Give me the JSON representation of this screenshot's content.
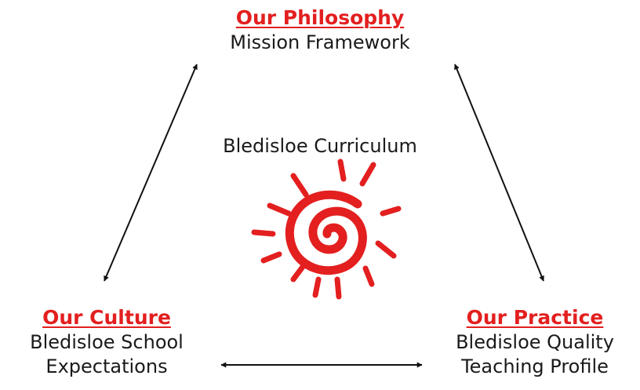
{
  "philosophy": {
    "heading": "Our Philosophy",
    "text": "Mission Framework"
  },
  "culture": {
    "heading": "Our Culture",
    "line1": "Bledisloe School",
    "line2": "Expectations"
  },
  "practice": {
    "heading": "Our Practice",
    "line1": "Bledisloe Quality",
    "line2": "Teaching Profile"
  },
  "center": {
    "title": "Bledisloe Curriculum",
    "logo_icon": "red-spiral-sun-icon"
  },
  "colors": {
    "accent": "#e31f1f",
    "text": "#1a1a1a",
    "arrow": "#111111",
    "background": "#ffffff"
  }
}
